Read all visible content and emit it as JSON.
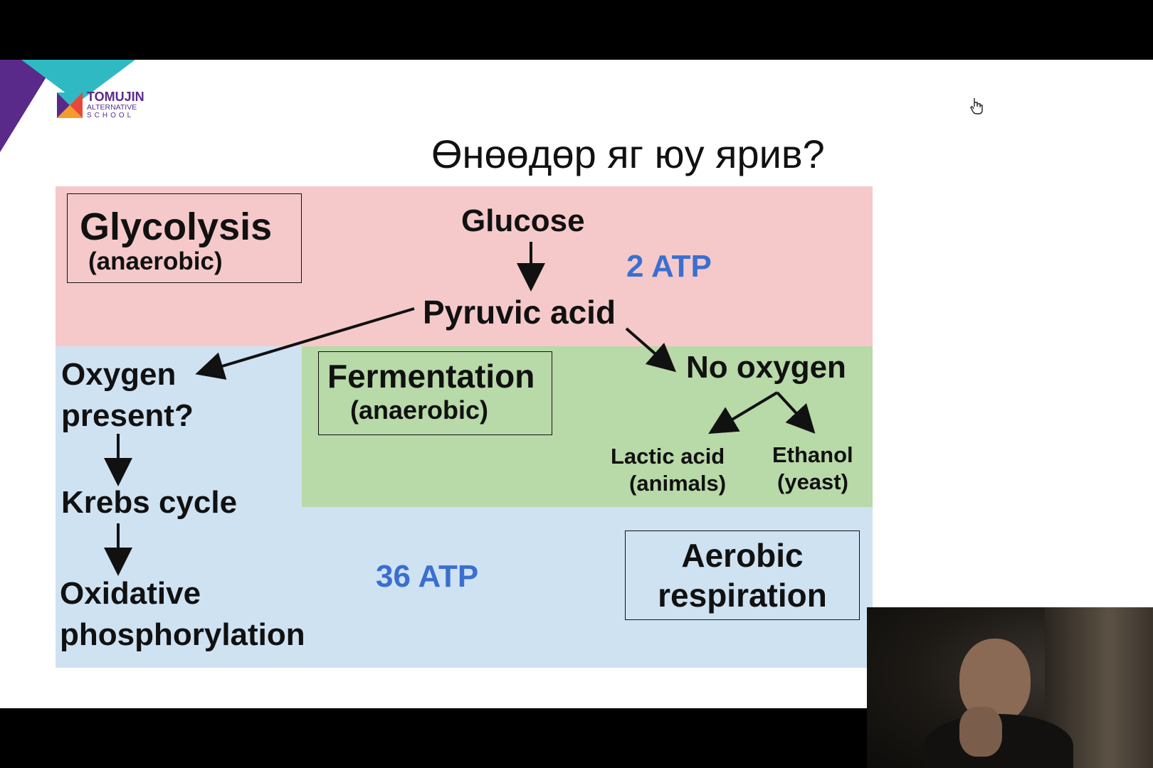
{
  "logo": {
    "line1": "TOMUJIN",
    "line2": "ALTERNATIVE",
    "line3": "SCHOOL"
  },
  "slide": {
    "title": "Өнөөдөр яг юу ярив?",
    "glycolysis_title": "Glycolysis",
    "glycolysis_sub": "(anaerobic)",
    "glucose": "Glucose",
    "atp_top": "2 ATP",
    "pyruvic": "Pyruvic acid",
    "oxygen_line1": "Oxygen",
    "oxygen_line2": "present?",
    "fermentation_title": "Fermentation",
    "fermentation_sub": "(anaerobic)",
    "no_oxygen": "No oxygen",
    "lactic_line1": "Lactic acid",
    "lactic_line2": "(animals)",
    "ethanol_line1": "Ethanol",
    "ethanol_line2": "(yeast)",
    "krebs": "Krebs cycle",
    "oxidative_line1": "Oxidative",
    "oxidative_line2": "phosphorylation",
    "atp_bottom": "36 ATP",
    "aerobic_line1": "Aerobic",
    "aerobic_line2": "respiration"
  },
  "colors": {
    "pink": "#f5c9ca",
    "blue": "#cfe2f2",
    "green": "#b8d9a8",
    "atp": "#3a6fd0",
    "logo_purple": "#5a2a8a",
    "logo_teal": "#2fb9c2"
  },
  "icons": {
    "cursor": "hand-pointer-icon"
  }
}
